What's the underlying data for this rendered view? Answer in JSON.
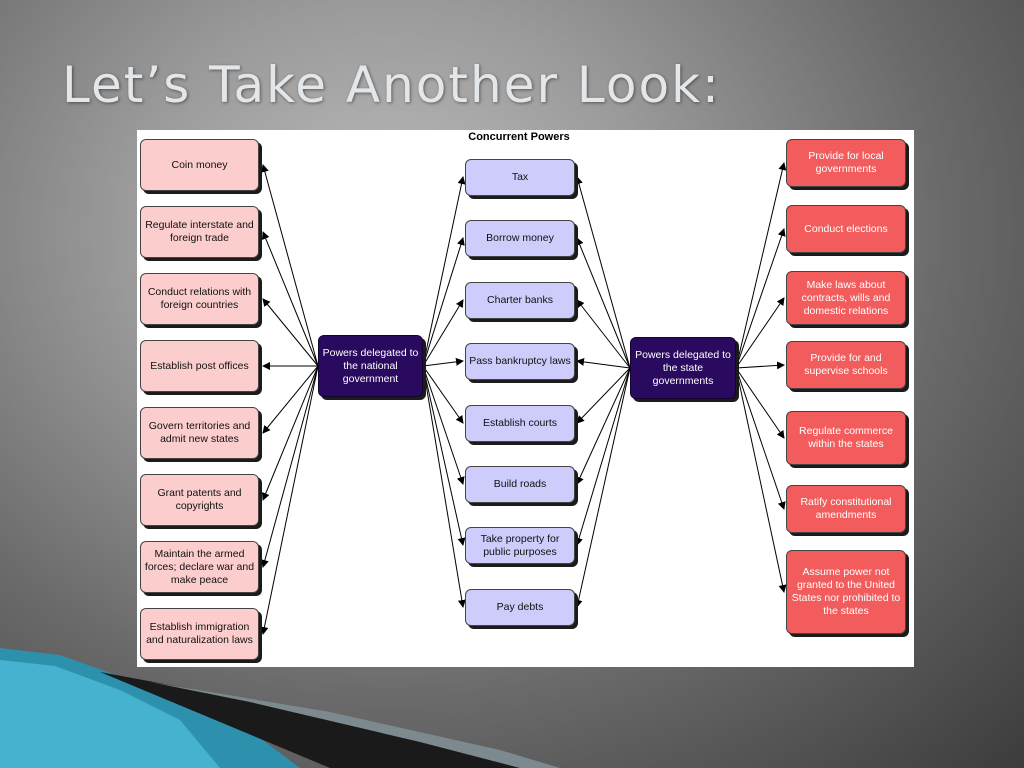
{
  "slide": {
    "title": "Let’s Take Another Look:"
  },
  "diagram": {
    "title": "Concurrent Powers",
    "national_hub": "Powers delegated to the national government",
    "state_hub": "Powers delegated to the state governments",
    "national_powers": [
      "Coin money",
      "Regulate interstate and foreign trade",
      "Conduct relations with foreign countries",
      "Establish post offices",
      "Govern territories and admit new states",
      "Grant patents and copyrights",
      "Maintain the armed forces; declare war and make peace",
      "Establish immigration and naturalization laws"
    ],
    "concurrent_powers": [
      "Tax",
      "Borrow money",
      "Charter banks",
      "Pass bankruptcy laws",
      "Establish courts",
      "Build roads",
      "Take property for public purposes",
      "Pay debts"
    ],
    "state_powers": [
      "Provide for local governments",
      "Conduct elections",
      "Make laws about contracts, wills and domestic relations",
      "Provide for and supervise schools",
      "Regulate commerce within the states",
      "Ratify constitutional amendments",
      "Assume power not granted to the United States nor prohibited to the states"
    ],
    "colors": {
      "national": "#fccdcd",
      "concurrent": "#cdccfb",
      "state": "#f25c5c",
      "hub": "#2a0a5e"
    }
  }
}
